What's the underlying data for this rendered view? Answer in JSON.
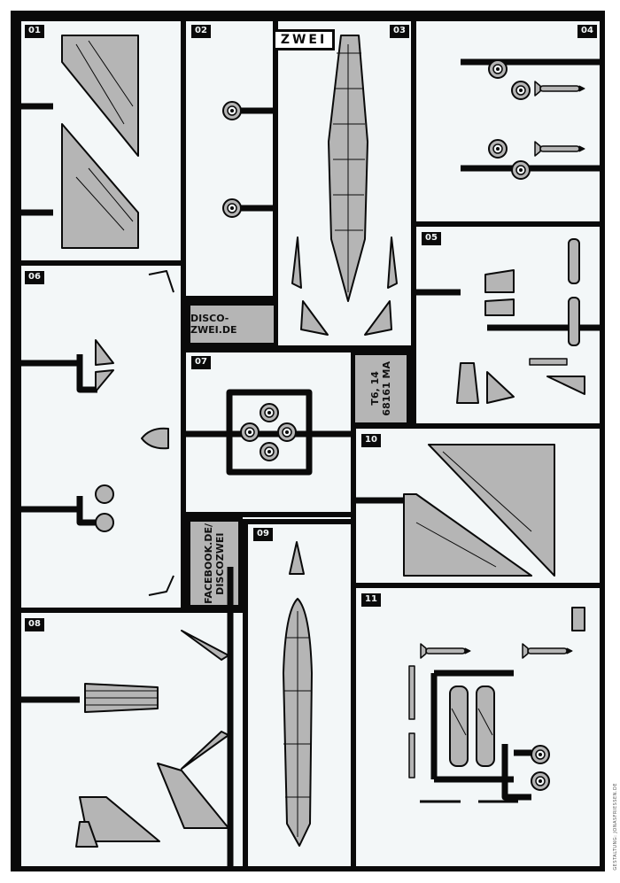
{
  "sprue": {
    "logo": "ZWEI",
    "tab_website": "DISCO-ZWEI.DE",
    "tab_code": "T6, 14\n68161 MA",
    "tab_facebook": "FACEBOOK.DE/\nDISCOZWEI",
    "credit": "GESTALTUNG: JONASFRIESSEN.DE"
  },
  "cells": [
    {
      "id": "01"
    },
    {
      "id": "02"
    },
    {
      "id": "03"
    },
    {
      "id": "04"
    },
    {
      "id": "05"
    },
    {
      "id": "06"
    },
    {
      "id": "07"
    },
    {
      "id": "08"
    },
    {
      "id": "09"
    },
    {
      "id": "10"
    },
    {
      "id": "11"
    }
  ],
  "colors": {
    "frame": "#0a0a0a",
    "panel": "#f3f7f8",
    "part": "#b5b5b5",
    "tab": "#b5b5b5"
  }
}
